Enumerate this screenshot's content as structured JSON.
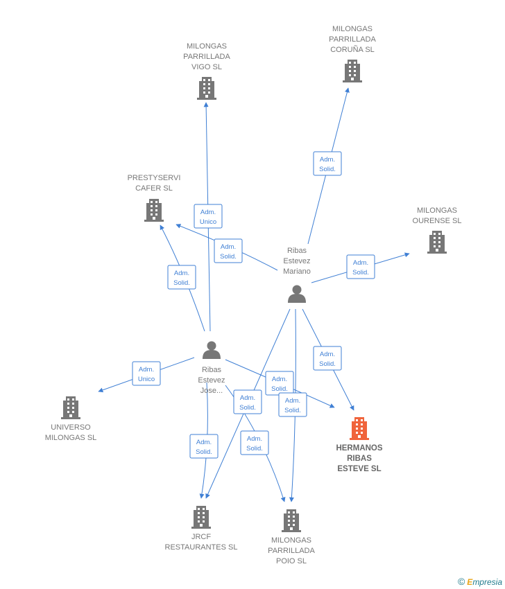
{
  "colors": {
    "edge": "#3f7fd4",
    "company": "#777777",
    "main_company": "#f0643c",
    "person": "#777777"
  },
  "nodes": [
    {
      "id": "vigo",
      "type": "company",
      "label": [
        "MILONGAS",
        "PARRILLADA",
        "VIGO  SL"
      ]
    },
    {
      "id": "coruna",
      "type": "company",
      "label": [
        "MILONGAS",
        "PARRILLADA",
        "CORUÑA  SL"
      ]
    },
    {
      "id": "prestyservi",
      "type": "company",
      "label": [
        "PRESTYSERVI",
        "CAFER SL"
      ]
    },
    {
      "id": "ourense",
      "type": "company",
      "label": [
        "MILONGAS",
        "OURENSE  SL"
      ]
    },
    {
      "id": "mariano",
      "type": "person",
      "label": [
        "Ribas",
        "Estevez",
        "Mariano"
      ]
    },
    {
      "id": "jose",
      "type": "person",
      "label": [
        "Ribas",
        "Estevez",
        "Jose..."
      ]
    },
    {
      "id": "universo",
      "type": "company",
      "label": [
        "UNIVERSO",
        "MILONGAS  SL"
      ]
    },
    {
      "id": "hermanos",
      "type": "company",
      "main": true,
      "label": [
        "HERMANOS",
        "RIBAS",
        "ESTEVE  SL"
      ]
    },
    {
      "id": "jrcf",
      "type": "company",
      "label": [
        "JRCF",
        "RESTAURANTES SL"
      ]
    },
    {
      "id": "poio",
      "type": "company",
      "label": [
        "MILONGAS",
        "PARRILLADA",
        "POIO  SL"
      ]
    }
  ],
  "edges": [
    {
      "id": "e1",
      "label": [
        "Adm.",
        "Unico"
      ]
    },
    {
      "id": "e2",
      "label": [
        "Adm.",
        "Solid."
      ]
    },
    {
      "id": "e3",
      "label": [
        "Adm.",
        "Solid."
      ]
    },
    {
      "id": "e4",
      "label": [
        "Adm.",
        "Solid."
      ]
    },
    {
      "id": "e5",
      "label": [
        "Adm.",
        "Solid."
      ]
    },
    {
      "id": "e6",
      "label": [
        "Adm.",
        "Unico"
      ]
    },
    {
      "id": "e7",
      "label": [
        "Adm.",
        "Solid."
      ]
    },
    {
      "id": "e8",
      "label": [
        "Adm.",
        "Solid."
      ]
    },
    {
      "id": "e9",
      "label": [
        "Adm.",
        "Solid."
      ]
    },
    {
      "id": "e10",
      "label": [
        "Adm.",
        "Solid."
      ]
    },
    {
      "id": "e11",
      "label": [
        "Adm.",
        "Solid."
      ]
    },
    {
      "id": "e12",
      "label": [
        "Adm.",
        "Solid."
      ]
    }
  ],
  "credit": {
    "symbol": "©",
    "brand_first": "E",
    "brand_rest": "mpresia"
  }
}
